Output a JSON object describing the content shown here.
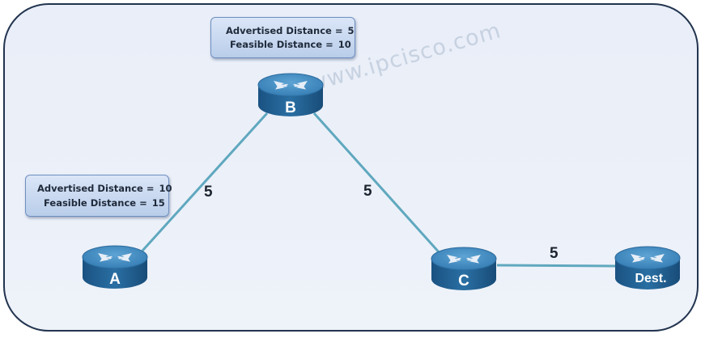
{
  "watermark": "www.ipcisco.com",
  "routers": {
    "a": {
      "label": "A"
    },
    "b": {
      "label": "B"
    },
    "c": {
      "label": "C"
    },
    "dest": {
      "label": "Dest."
    }
  },
  "links": {
    "a_b": {
      "cost": "5"
    },
    "b_c": {
      "cost": "5"
    },
    "c_dest": {
      "cost": "5"
    }
  },
  "info_b": {
    "ad_label": "Advertised Distance =",
    "ad_value": "5",
    "fd_label": "Feasible Distance =",
    "fd_value": "10"
  },
  "info_a": {
    "ad_label": "Advertised Distance =",
    "ad_value": "10",
    "fd_label": "Feasible Distance =",
    "fd_value": "15"
  },
  "colors": {
    "link": "#5fa8bf",
    "router_top": "#3f86ba",
    "router_side": "#1e5d8e",
    "panel_border": "#22344f",
    "panel_fill": "#ebf0f8"
  }
}
